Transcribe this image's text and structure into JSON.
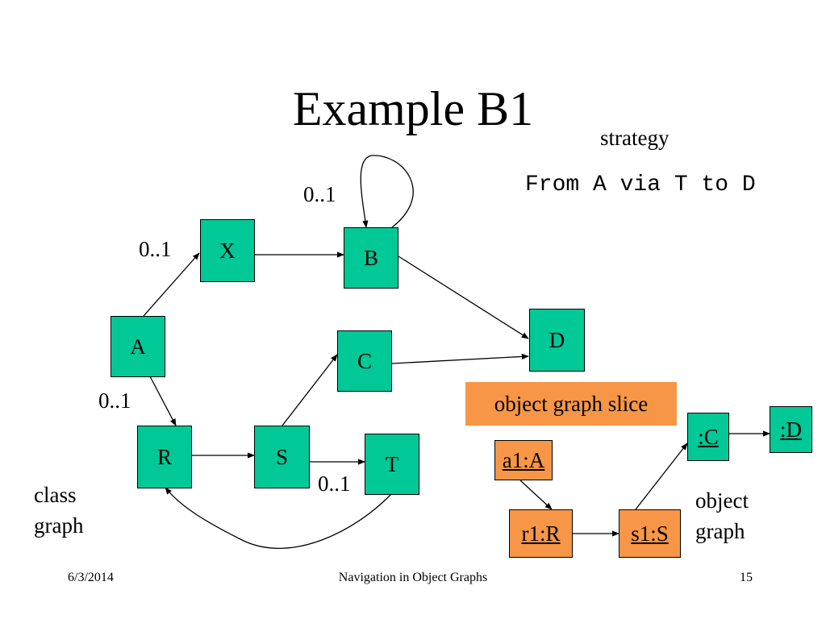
{
  "title": "Example B1",
  "strategy": {
    "label": "strategy",
    "code": "From A via T to D"
  },
  "class_graph": {
    "caption_line1": "class",
    "caption_line2": "graph",
    "nodes": {
      "A": "A",
      "X": "X",
      "B": "B",
      "C": "C",
      "D": "D",
      "R": "R",
      "S": "S",
      "T": "T"
    },
    "multiplicities": {
      "A_X": "0..1",
      "B_B": "0..1",
      "A_R": "0..1",
      "S_T": "0..1"
    }
  },
  "object_graph": {
    "slice_label": "object graph slice",
    "caption_line1": "object",
    "caption_line2": "graph",
    "nodes": {
      "a1": "a1:A",
      "r1": "r1:R",
      "s1": "s1:S",
      "c": ":C",
      "d": ":D"
    }
  },
  "footer": {
    "date": "6/3/2014",
    "center": "Navigation in Object Graphs",
    "page": "15"
  },
  "colors": {
    "class_node": "#00c896",
    "object_slice": "#f79646"
  }
}
